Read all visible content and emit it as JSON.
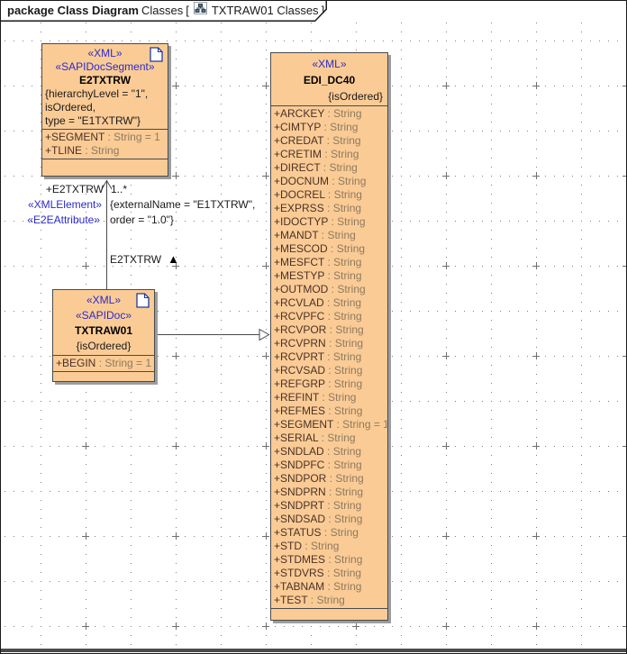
{
  "frame_header": {
    "keyword": "package Class Diagram",
    "context": "Classes",
    "open_bracket": "[",
    "diagram_name": "TXTRAW01 Classes",
    "close_bracket": "]"
  },
  "classes": [
    {
      "name": "E2TXTRW",
      "stereotypes": [
        "«XML»",
        "«SAPIDocSegment»"
      ],
      "constraints": [
        "{hierarchyLevel = \"1\",",
        "isOrdered,",
        "type = \"E1TXTRW\"}"
      ],
      "attributes": [
        {
          "n": "+SEGMENT",
          "t": " : String",
          "d": " = 1"
        },
        {
          "n": "+TLINE",
          "t": " : String"
        }
      ]
    },
    {
      "name": "TXTRAW01",
      "stereotypes": [
        "«XML»",
        "«SAPIDoc»"
      ],
      "constraints": [
        "{isOrdered}"
      ],
      "attributes": [
        {
          "n": "+BEGIN",
          "t": " : String",
          "d": " = 1"
        }
      ]
    },
    {
      "name": "EDI_DC40",
      "stereotypes": [
        "«XML»"
      ],
      "constraints": [
        "{isOrdered}"
      ],
      "attributes": [
        {
          "n": "+ARCKEY",
          "t": " : String"
        },
        {
          "n": "+CIMTYP",
          "t": " : String"
        },
        {
          "n": "+CREDAT",
          "t": " : String"
        },
        {
          "n": "+CRETIM",
          "t": " : String"
        },
        {
          "n": "+DIRECT",
          "t": " : String"
        },
        {
          "n": "+DOCNUM",
          "t": " : String"
        },
        {
          "n": "+DOCREL",
          "t": " : String"
        },
        {
          "n": "+EXPRSS",
          "t": " : String"
        },
        {
          "n": "+IDOCTYP",
          "t": " : String"
        },
        {
          "n": "+MANDT",
          "t": " : String"
        },
        {
          "n": "+MESCOD",
          "t": " : String"
        },
        {
          "n": "+MESFCT",
          "t": " : String"
        },
        {
          "n": "+MESTYP",
          "t": " : String"
        },
        {
          "n": "+OUTMOD",
          "t": " : String"
        },
        {
          "n": "+RCVLAD",
          "t": " : String"
        },
        {
          "n": "+RCVPFC",
          "t": " : String"
        },
        {
          "n": "+RCVPOR",
          "t": " : String"
        },
        {
          "n": "+RCVPRN",
          "t": " : String"
        },
        {
          "n": "+RCVPRT",
          "t": " : String"
        },
        {
          "n": "+RCVSAD",
          "t": " : String"
        },
        {
          "n": "+REFGRP",
          "t": " : String"
        },
        {
          "n": "+REFINT",
          "t": " : String"
        },
        {
          "n": "+REFMES",
          "t": " : String"
        },
        {
          "n": "+SEGMENT",
          "t": " : String",
          "d": " = 1"
        },
        {
          "n": "+SERIAL",
          "t": " : String"
        },
        {
          "n": "+SNDLAD",
          "t": " : String"
        },
        {
          "n": "+SNDPFC",
          "t": " : String"
        },
        {
          "n": "+SNDPOR",
          "t": " : String"
        },
        {
          "n": "+SNDPRN",
          "t": " : String"
        },
        {
          "n": "+SNDPRT",
          "t": " : String"
        },
        {
          "n": "+SNDSAD",
          "t": " : String"
        },
        {
          "n": "+STATUS",
          "t": " : String"
        },
        {
          "n": "+STD",
          "t": " : String"
        },
        {
          "n": "+STDMES",
          "t": " : String"
        },
        {
          "n": "+STDVRS",
          "t": " : String"
        },
        {
          "n": "+TABNAM",
          "t": " : String"
        },
        {
          "n": "+TEST",
          "t": " : String"
        }
      ]
    }
  ],
  "association": {
    "role_label": "+E2TXTRW",
    "multiplicity": "1..*",
    "stereotype_labels": [
      "«XMLElement»",
      "«E2EAttribute»"
    ],
    "constraint_lines": [
      "{externalName = \"E1TXTRW\",",
      "order = \"1.0\"}"
    ],
    "name_label": "E2TXTRW",
    "direction_glyph": "▲"
  },
  "colors": {
    "box-fill": "#FBCB96",
    "box-border": "#4A4A4A",
    "stereo": "#2B2BCC",
    "attr-name": "#4A3226",
    "attr-type": "#8D7A5E",
    "edge": "#4A4A4A",
    "shadow": "#9C9C9C",
    "grid-dot": "#7E7E7E",
    "bottom-bar": "#4B4B4B"
  }
}
